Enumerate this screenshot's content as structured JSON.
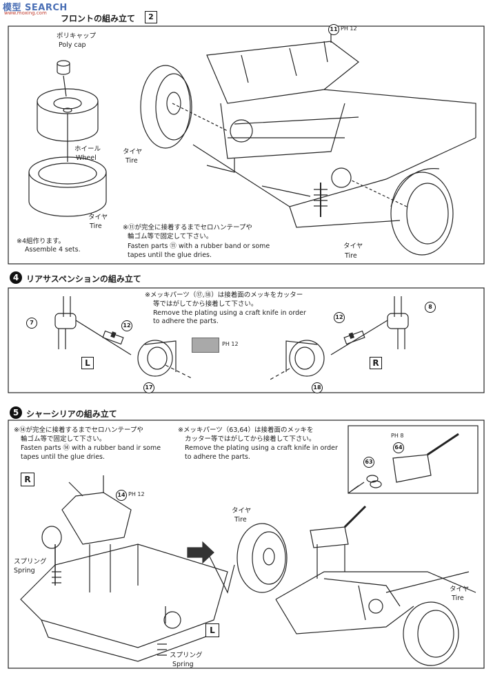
{
  "watermark": {
    "site": "模型 SEARCH",
    "url": "www.moxing.com"
  },
  "step3": {
    "title": "フロントの組み立て",
    "page_ref": "2",
    "polycap_jp": "ポリキャップ",
    "polycap_en": "Poly cap",
    "wheel_jp": "ホイール",
    "wheel_en": "Wheel",
    "tire_jp": "タイヤ",
    "tire_en": "Tire",
    "assemble_jp": "※4組作ります。",
    "assemble_en": "Assemble 4 sets.",
    "part_11": "11",
    "part_11_ref": "PH 12",
    "note_jp1": "※⑪が完全に接着するまでセロハンテープや",
    "note_jp2": "輪ゴム等で固定して下さい。",
    "note_en1": "Fasten parts ⑪ with a rubber band or some",
    "note_en2": "tapes until the glue dries."
  },
  "step4": {
    "num": "4",
    "title": "リアサスペンションの組み立て",
    "note_jp1": "※メッキパーツ（⑰,⑱）は接着面のメッキをカッター",
    "note_jp2": "等ではがしてから接着して下さい。",
    "note_en1": "Remove the plating using a craft knife in order",
    "note_en2": "to adhere the parts.",
    "left_label": "L",
    "right_label": "R",
    "part_7": "7",
    "part_8": "8",
    "part_12a": "12",
    "part_12b": "12",
    "part_17": "17",
    "part_18": "18",
    "ref": "PH 12"
  },
  "step5": {
    "num": "5",
    "title": "シャーシリアの組み立て",
    "note1_jp1": "※⑭が完全に接着するまでセロハンテープや",
    "note1_jp2": "輪ゴム等で固定して下さい。",
    "note1_en1": "Fasten parts ⑭ with a rubber band ir some",
    "note1_en2": "tapes until the glue dries.",
    "note2_jp1": "※メッキパーツ（63,64）は接着面のメッキを",
    "note2_jp2": "カッター等ではがしてから接着して下さい。",
    "note2_en1": "Remove the plating using a craft knife in order",
    "note2_en2": "to adhere the parts.",
    "r_label": "R",
    "l_label": "L",
    "spring_jp": "スプリング",
    "spring_en": "Spring",
    "tire_jp": "タイヤ",
    "tire_en": "Tire",
    "part_14": "14",
    "part_14_ref": "PH 12",
    "part_63": "63",
    "part_64": "64",
    "part_64_ref": "PH 8"
  }
}
